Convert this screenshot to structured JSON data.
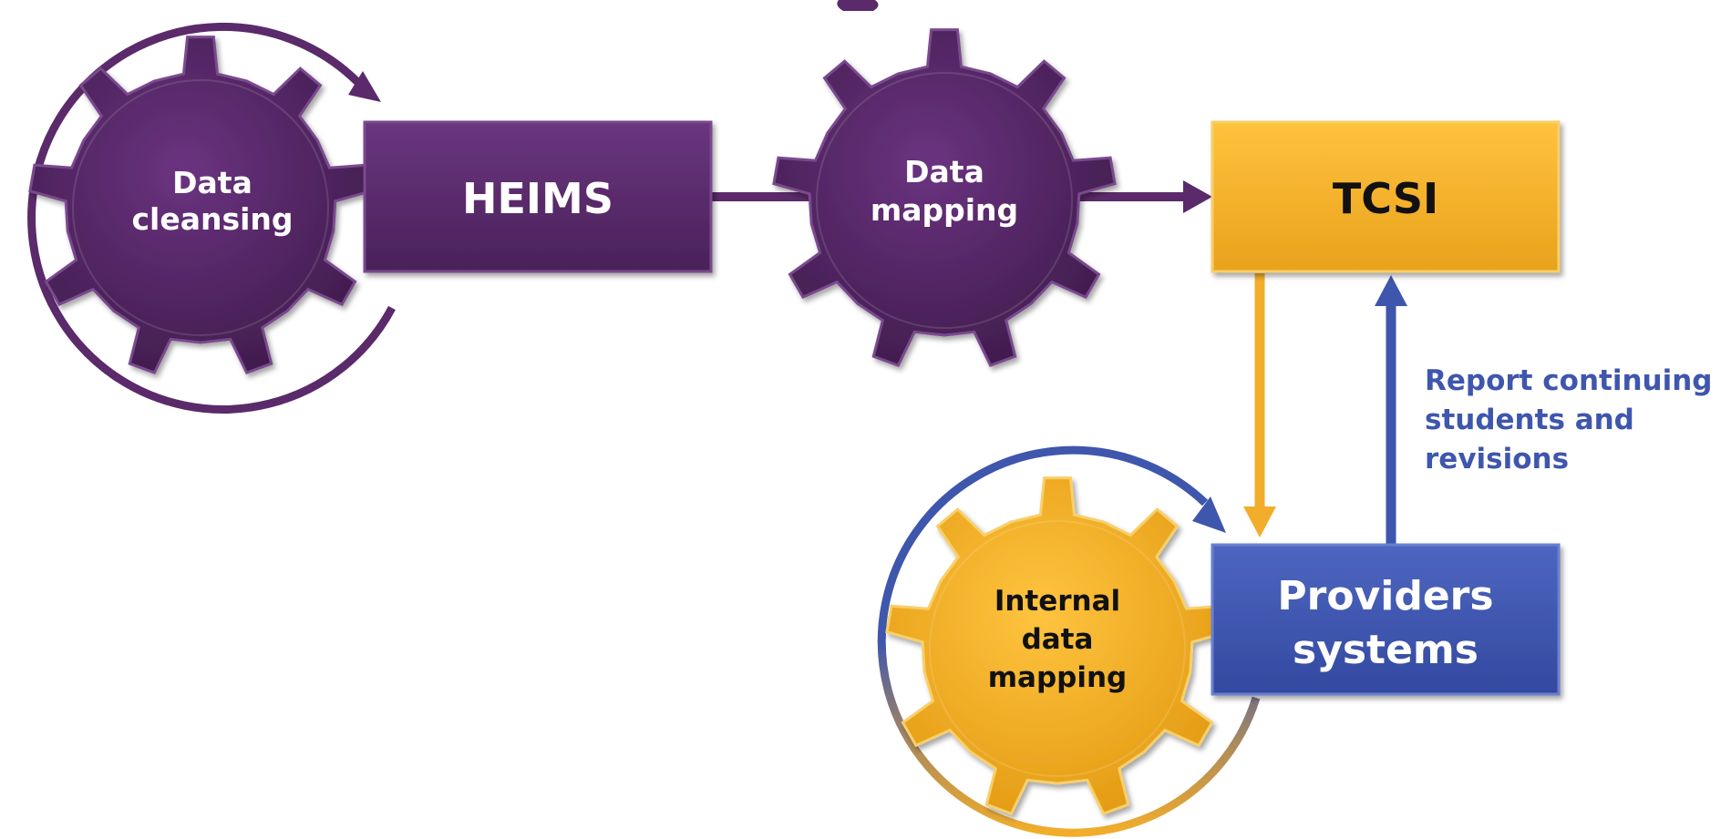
{
  "nodes": {
    "data_cleansing": {
      "lines": [
        "Data",
        "cleansing"
      ]
    },
    "heims": {
      "label": "HEIMS"
    },
    "data_mapping": {
      "lines": [
        "Data",
        "mapping"
      ]
    },
    "tcsi": {
      "label": "TCSI"
    },
    "internal_data_mapping": {
      "lines": [
        "Internal",
        "data",
        "mapping"
      ]
    },
    "providers_systems": {
      "lines": [
        "Providers",
        "systems"
      ]
    }
  },
  "annotations": {
    "report": {
      "lines": [
        "Report continuing",
        "students and",
        "revisions"
      ]
    }
  },
  "colors": {
    "purple": "#5b2a6b",
    "gold": "#f2ad2a",
    "blue": "#3f56ad",
    "white": "#ffffff",
    "black": "#111111"
  }
}
